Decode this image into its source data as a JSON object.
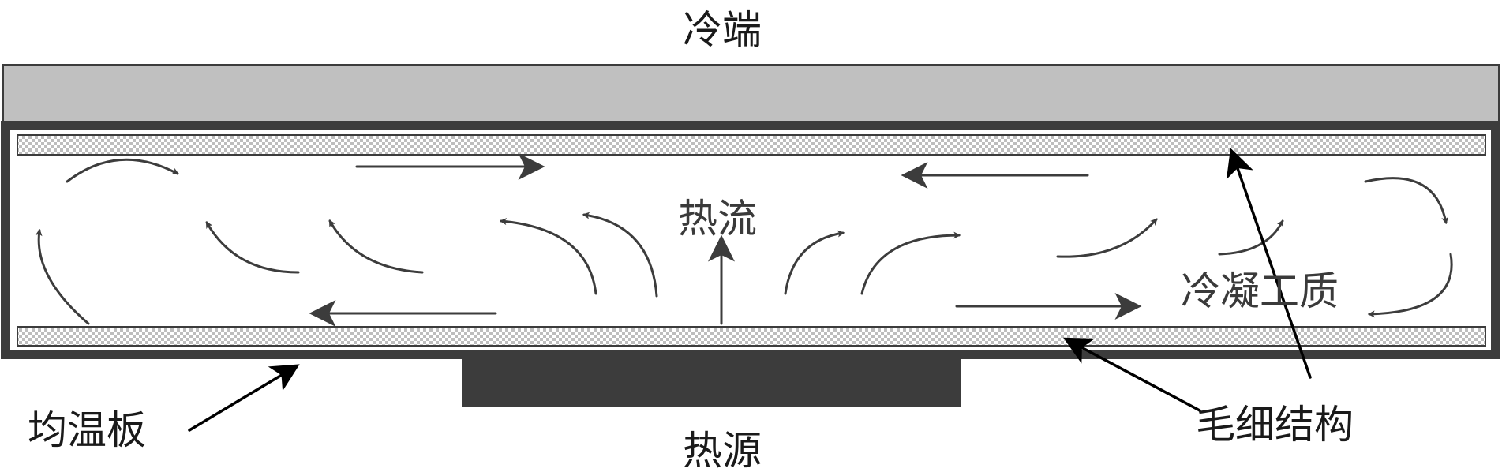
{
  "labels": {
    "cold_end": "冷端",
    "heat_source": "热源",
    "heat_flow": "热流",
    "condensed_fluid": "冷凝工质",
    "vapor_chamber": "均温板",
    "wick_structure": "毛细结构"
  },
  "colors": {
    "cold_plate": "#c0c0c0",
    "shell": "#3c3c3c",
    "heat_source": "#3c3c3c",
    "arrow": "#3c3c3c",
    "pointer": "#000000",
    "wick_light": "#ffffff",
    "wick_dark": "#bdbdbd"
  },
  "icons": {
    "flow_arrows": "curved-flow-arrow-icon",
    "straight_arrows": "straight-arrow-icon",
    "pointers": "leader-arrow-icon",
    "wick_pattern": "checker-pattern"
  }
}
